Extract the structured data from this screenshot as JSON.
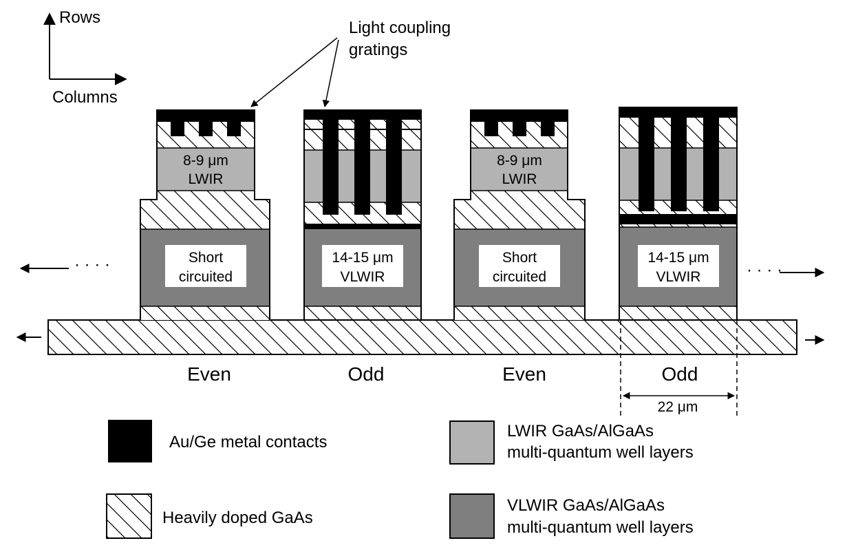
{
  "axes": {
    "rows": "Rows",
    "columns": "Columns"
  },
  "callout": {
    "line1": "Light coupling",
    "line2": "gratings"
  },
  "pixels": [
    {
      "layer_top_line1": "8-9 μm",
      "layer_top_line2": "LWIR",
      "layer_bottom_line1": "Short",
      "layer_bottom_line2": "circuited",
      "column_label": "Even"
    },
    {
      "layer_bottom_line1": "14-15 μm",
      "layer_bottom_line2": "VLWIR",
      "column_label": "Odd"
    },
    {
      "layer_top_line1": "8-9 μm",
      "layer_top_line2": "LWIR",
      "layer_bottom_line1": "Short",
      "layer_bottom_line2": "circuited",
      "column_label": "Even"
    },
    {
      "layer_bottom_line1": "14-15 μm",
      "layer_bottom_line2": "VLWIR",
      "column_label": "Odd"
    }
  ],
  "ellipsis": {
    "left": "· · · ·",
    "right": "· · · ·"
  },
  "dimension": {
    "label": "22 μm"
  },
  "legend": {
    "metal": "Au/Ge metal contacts",
    "doped": "Heavily doped GaAs",
    "lwir_line1": "LWIR GaAs/AlGaAs",
    "lwir_line2": "multi-quantum well layers",
    "vlwir_line1": "VLWIR GaAs/AlGaAs",
    "vlwir_line2": "multi-quantum well layers"
  },
  "colors": {
    "metal": "#000000",
    "lwir": "#b3b3b3",
    "vlwir": "#7f7f7f",
    "hatch": "#000000",
    "background": "#ffffff"
  }
}
